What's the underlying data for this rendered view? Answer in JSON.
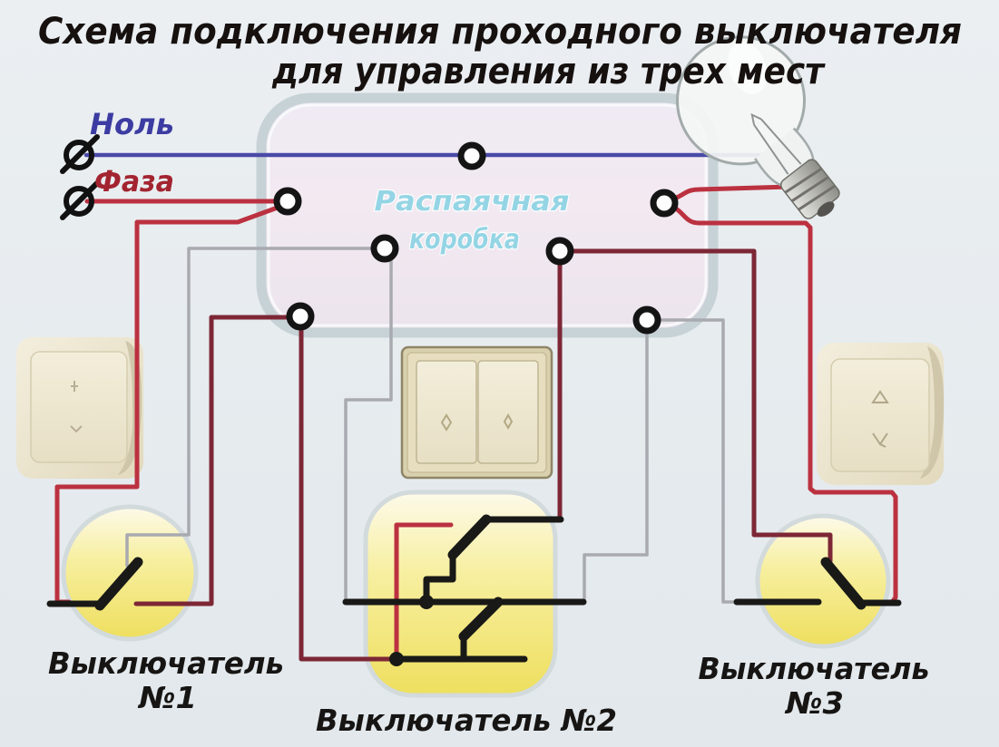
{
  "title": {
    "line1": "Схема подключения проходного выключателя",
    "line2": "для управления из трех мест"
  },
  "wire_labels": {
    "neutral": "Ноль",
    "phase": "Фаза"
  },
  "junction_box": {
    "label_line1": "Распаячная",
    "label_line2": "коробка"
  },
  "switch_labels": {
    "s1_line1": "Выключатель",
    "s1_line2": "№1",
    "s2": "Выключатель №2",
    "s3_line1": "Выключатель",
    "s3_line2": "№3"
  },
  "icons": {
    "lamp": "light-bulb",
    "wire_origin": "slashed-circle",
    "terminal": "open-dot",
    "junction": "filled-dot"
  },
  "colors": {
    "background": "#e7ecef",
    "title_text": "#16100f",
    "neutral_label": "#3c3ca2",
    "phase_label": "#a32430",
    "junction_box_label": "#8ad2e2",
    "junction_box_border": "#c7d2d6",
    "switch_label_text": "#171513",
    "wire_neutral": "#4a4aa8",
    "wire_phase": "#bb3140",
    "wire_traveler_dark": "#7d2736",
    "wire_traveler_gray": "#a8aab0",
    "wire_black": "#191917",
    "switch_symbol_yellow": "#f2e468",
    "device_beige": "#eae2cb"
  }
}
